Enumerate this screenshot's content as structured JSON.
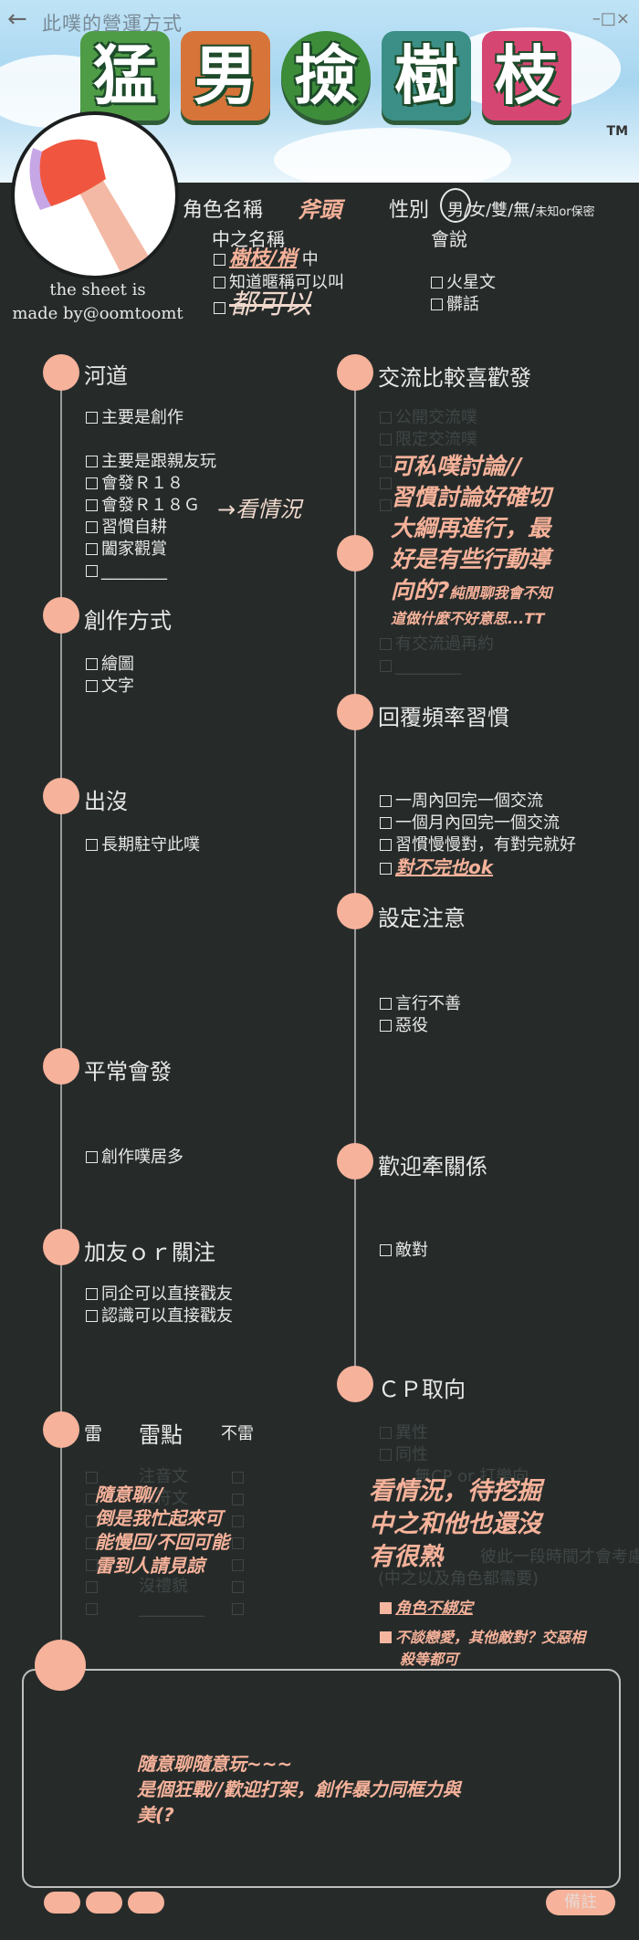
{
  "top": {
    "back_icon": "arrow-left-icon",
    "title": "此噗的營運方式",
    "window_controls": "–□×"
  },
  "banner": {
    "tiles": [
      "猛",
      "男",
      "撿",
      "樹",
      "枝"
    ],
    "trademark": "TM"
  },
  "avatar_icon": "axe-icon",
  "credit": {
    "line1": "the sheet is",
    "line2": "made by@oomtoomt"
  },
  "profile": {
    "char_label": "角色名稱",
    "char_value": "斧頭",
    "gender_label": "性別",
    "gender_options": [
      "男",
      "女",
      "雙",
      "無"
    ],
    "gender_small": "未知or保密",
    "nakanohito_label": "中之名稱",
    "nakanohito_items": [
      {
        "text": "樹枝/梢",
        "suffix": "中"
      },
      {
        "text": "知道暱稱可以叫"
      },
      {
        "text": "都可以"
      }
    ],
    "speak_label": "會說",
    "speak_items": [
      "火星文",
      "髒話"
    ]
  },
  "colors": {
    "accent": "#f6b29a",
    "background": "#262b2a",
    "text": "#e8e8e8"
  },
  "left": {
    "river": {
      "title": "河道",
      "items": [
        "主要是創作",
        "主要是跟親友玩",
        "會發Ｒ１８",
        "會發Ｒ１８Ｇ",
        "習慣自耕",
        "闔家觀賞",
        "________"
      ],
      "annot": "→看情況"
    },
    "create": {
      "title": "創作方式",
      "items": [
        "繪圖",
        "文字"
      ]
    },
    "appear": {
      "title": "出沒",
      "items": [
        "長期駐守此噗"
      ]
    },
    "often": {
      "title": "平常會發",
      "items": [
        "創作噗居多"
      ]
    },
    "friend": {
      "title": "加友ｏｒ關注",
      "items": [
        "同企可以直接戳友",
        "認識可以直接戳友"
      ]
    },
    "mine": {
      "title": "雷",
      "mid": "雷點",
      "right": "不雷",
      "rows": [
        "注音文",
        "表符文",
        "",
        "",
        "",
        "沒禮貌",
        "________"
      ],
      "note": [
        "隨意聊//",
        "倒是我忙起來可",
        "能慢回/不回可能",
        "雷到人請見諒"
      ]
    }
  },
  "right": {
    "exchange": {
      "title": "交流比較喜歡發",
      "items": [
        "公開交流噗",
        "限定交流噗",
        "",
        "",
        ""
      ],
      "note": [
        "可私噗討論//",
        "習慣討論好確切",
        "大綱再進行，最",
        "好是有些行動導",
        "向的?"
      ],
      "note_small": [
        "純閒聊我會不知",
        "道做什麼不好意思...TT"
      ]
    },
    "hidden": {
      "items": [
        "有交流過再約",
        "________"
      ]
    },
    "reply": {
      "title": "回覆頻率習慣",
      "items": [
        "一周內回完一個交流",
        "一個月內回完一個交流",
        "習慣慢慢對，有對完就好"
      ],
      "extra": "對不完也ok"
    },
    "setting": {
      "title": "設定注意",
      "items": [
        "言行不善",
        "惡役"
      ]
    },
    "relation": {
      "title": "歡迎牽關係",
      "items": [
        "敵對"
      ]
    },
    "cp": {
      "title": "ＣＰ取向",
      "items": [
        "異性",
        "同性",
        "無CP or 打樂向"
      ],
      "dim_text": [
        "彼此一段時間才會考慮",
        "(中之以及角色都需要)"
      ],
      "note": [
        "看情況，待挖掘",
        "中之和他也還沒",
        "有很熟"
      ],
      "pink_items": [
        "角色不綁定",
        "不談戀愛，其他敵對？交惡相",
        "殺等都可"
      ]
    }
  },
  "memo": {
    "lines": [
      "隨意聊隨意玩~~~",
      "是個狂戰//歡迎打架，創作暴力同框力與",
      "美(?"
    ],
    "button": "備註"
  }
}
